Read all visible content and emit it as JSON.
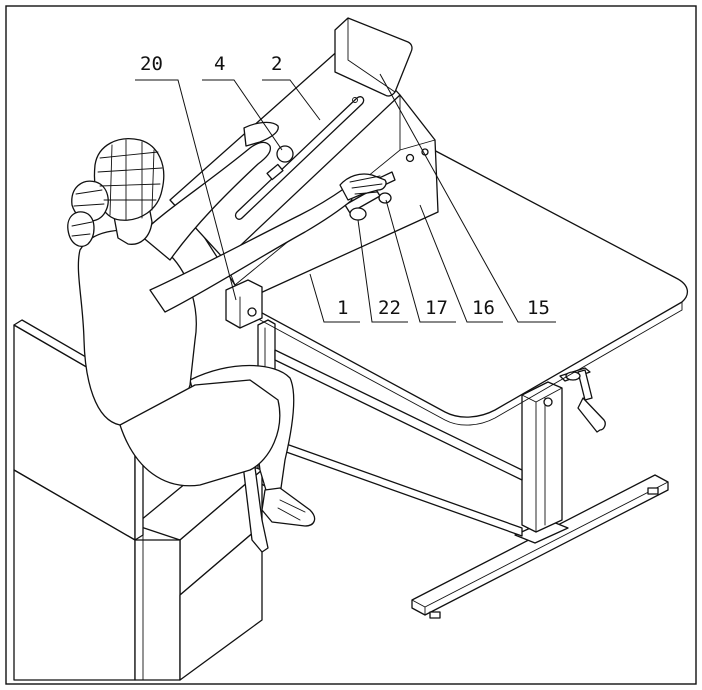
{
  "figure": {
    "labels": [
      {
        "id": "label-20",
        "text": "20"
      },
      {
        "id": "label-4",
        "text": "4"
      },
      {
        "id": "label-2",
        "text": "2"
      },
      {
        "id": "label-1",
        "text": "1"
      },
      {
        "id": "label-22",
        "text": "22"
      },
      {
        "id": "label-17",
        "text": "17"
      },
      {
        "id": "label-16",
        "text": "16"
      },
      {
        "id": "label-15",
        "text": "15"
      }
    ]
  }
}
